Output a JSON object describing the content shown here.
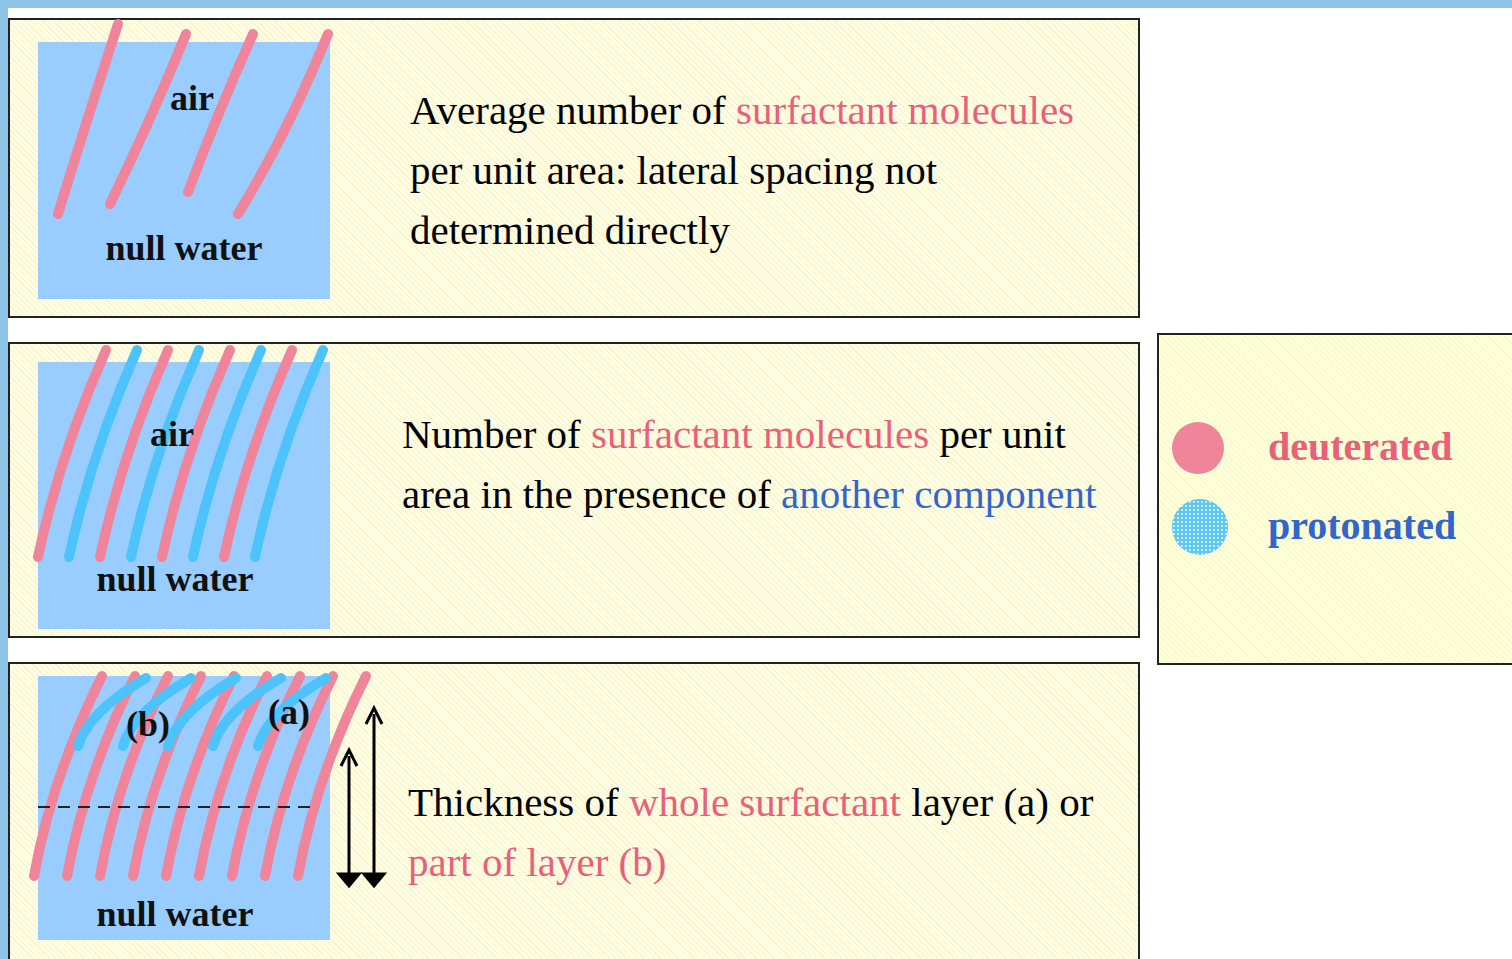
{
  "diagram": {
    "nodes": [
      {
        "text": [
          "Average number of",
          "surfactant molecules",
          "per unit area: lateral spacing not determined directly"
        ]
      },
      {
        "text": [
          "air",
          "null water"
        ],
        "in": 0
      },
      {
        "text": [
          "Number of",
          "surfactant molecules",
          "per unit area in the presence of",
          "another component"
        ]
      },
      {
        "text": [
          "air",
          "null water"
        ],
        "in": 2
      },
      {
        "text": [
          "Thickness of",
          "whole surfactant",
          "layer (a) or",
          "part of layer (b)"
        ]
      },
      {
        "text": [
          "(b)",
          "(a)",
          "null water"
        ],
        "in": 4
      }
    ],
    "legend": [
      {
        "text": "deuterated",
        "color": "#f0849a"
      },
      {
        "text": "protonated",
        "color": "#5cc6f5"
      }
    ]
  }
}
